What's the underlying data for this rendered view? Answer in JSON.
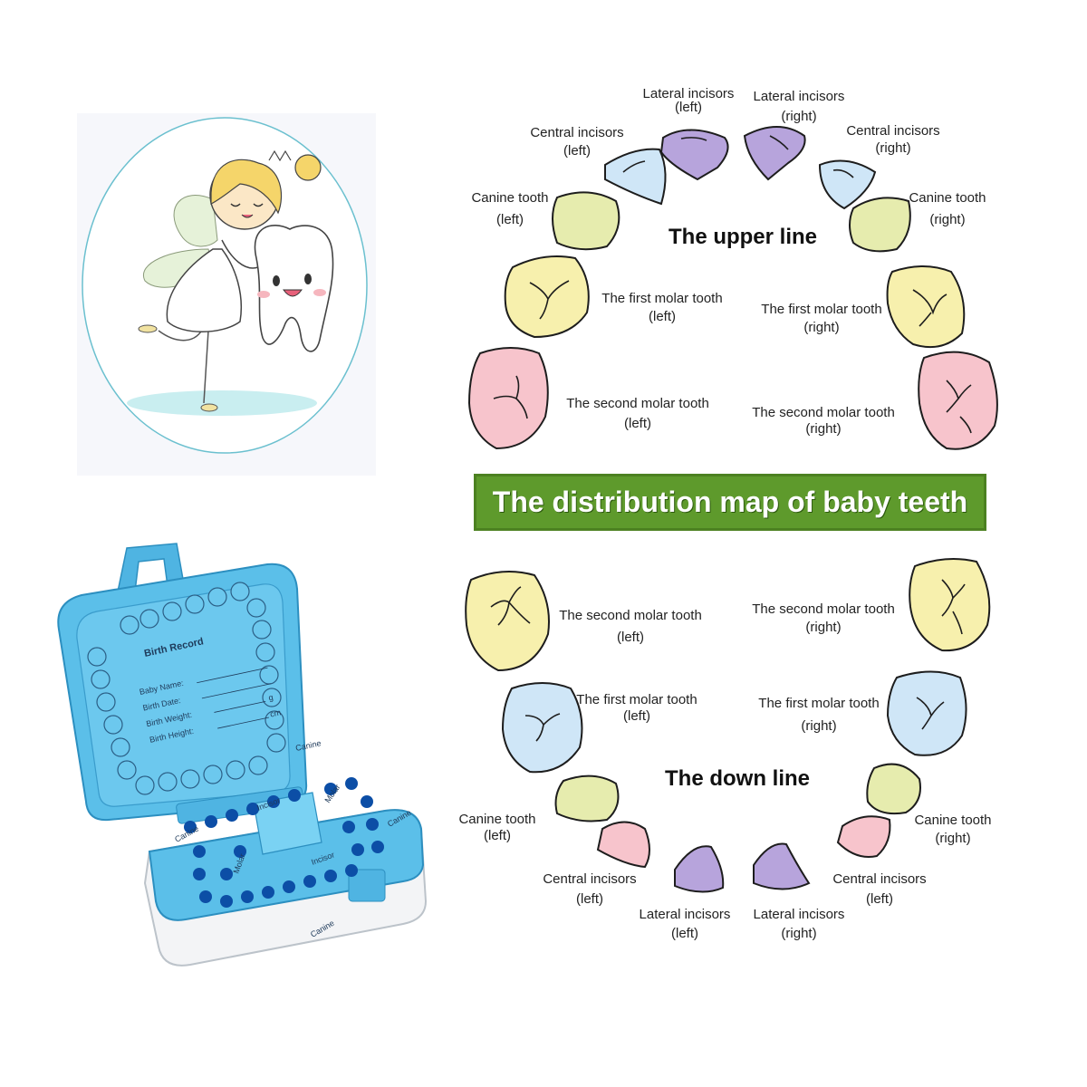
{
  "banner": "The distribution map of baby teeth",
  "upper": {
    "heading": "The upper line",
    "labels": [
      {
        "l1": "Lateral incisors",
        "l2": "(left)"
      },
      {
        "l1": "Lateral incisors",
        "l2": "(right)"
      },
      {
        "l1": "Central incisors",
        "l2": "(left)"
      },
      {
        "l1": "Central incisors",
        "l2": "(right)"
      },
      {
        "l1": "Canine tooth",
        "l2": "(left)"
      },
      {
        "l1": "Canine tooth",
        "l2": "(right)"
      },
      {
        "l1": "The first molar tooth",
        "l2": "(left)"
      },
      {
        "l1": "The first molar tooth",
        "l2": "(right)"
      },
      {
        "l1": "The second molar tooth",
        "l2": "(left)"
      },
      {
        "l1": "The second molar tooth",
        "l2": "(right)"
      }
    ]
  },
  "lower": {
    "heading": "The down line",
    "labels": [
      {
        "l1": "The second molar tooth",
        "l2": "(left)"
      },
      {
        "l1": "The second molar tooth",
        "l2": "(right)"
      },
      {
        "l1": "The first molar tooth",
        "l2": "(left)"
      },
      {
        "l1": "The first molar tooth",
        "l2": "(right)"
      },
      {
        "l1": "Canine tooth",
        "l2": "(left)"
      },
      {
        "l1": "Canine tooth",
        "l2": "(right)"
      },
      {
        "l1": "Central incisors",
        "l2": "(left)"
      },
      {
        "l1": "Central incisors",
        "l2": "(left)"
      },
      {
        "l1": "Lateral incisors",
        "l2": "(left)"
      },
      {
        "l1": "Lateral incisors",
        "l2": "(right)"
      }
    ]
  },
  "box": {
    "title": "Birth Record",
    "name": "Baby Name:",
    "date": "Birth Date:",
    "weight": "Birth  Weight:",
    "height": "Birth  Height:",
    "unit_g": "g",
    "unit_cm": "cm",
    "canine": "Canine",
    "incisor": "Incisor",
    "molar": "Molar"
  },
  "colors": {
    "banner": "#5e9a2c",
    "blue_tooth": "#cfe6f7",
    "purple_tooth": "#b7a4dc",
    "green_tooth": "#e6ecae",
    "yellow_tooth": "#f7f0ad",
    "pink_tooth": "#f7c4cc",
    "box_blue": "#5bbfe9"
  }
}
